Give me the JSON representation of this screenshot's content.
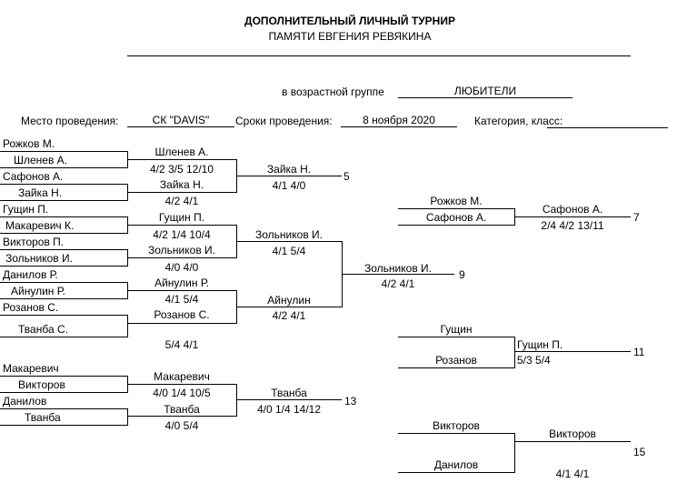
{
  "header": {
    "title_line1": "ДОПОЛНИТЕЛЬНЫЙ ЛИЧНЫЙ ТУРНИР",
    "title_line2": "ПАМЯТИ ЕВГЕНИЯ РЕВЯКИНА",
    "age_group_label": "в  возрастной группе",
    "age_group_value": "ЛЮБИТЕЛИ",
    "venue_label": "Место проведения:",
    "venue_value": "СК \"DAVIS\"",
    "dates_label": "Сроки проведения:",
    "dates_value": "8 ноября 2020",
    "category_label": "Категория, класс:",
    "category_value": ""
  },
  "bracket": {
    "r1_players": [
      "Рожков М.",
      "Шленев А.",
      "Сафонов А.",
      "Зайка Н.",
      "Гущин П.",
      "Макаревич К.",
      "Викторов П.",
      "Зольников И.",
      "Данилов Р.",
      "Айнулин Р.",
      "Розанов С.",
      "Тванба С."
    ],
    "r2_winners": [
      "Шленев А.",
      "Зайка Н.",
      "Гущин П.",
      "Зольников И.",
      "Айнулин Р.",
      "Розанов С."
    ],
    "r2_scores": [
      "4/2 3/5 12/10",
      "4/2 4/1",
      "4/2 1/4 10/4",
      "4/0 4/0",
      "4/1 5/4",
      "5/4 4/1"
    ],
    "r3_winners": [
      "Зайка Н.",
      "Зольников И.",
      "Айнулин"
    ],
    "r3_scores": [
      "4/1 4/0",
      "4/1 5/4",
      "4/2 4/1"
    ],
    "final_winner": "Зольников И.",
    "final_score": "4/2 4/1",
    "place_5": "5",
    "place_9": "9",
    "p7_players": [
      "Рожков М.",
      "Сафонов А."
    ],
    "p7_winner": "Сафонов А.",
    "p7_score": "2/4 4/2 13/11",
    "place_7": "7",
    "p11_players": [
      "Гущин",
      "Розанов"
    ],
    "p11_winner": "Гущин П.",
    "p11_score": "5/3 5/4",
    "place_11": "11",
    "p13_players": [
      "Макаревич",
      "Викторов",
      "Данилов",
      "Тванба"
    ],
    "p13_r1_winners": [
      "Макаревич",
      "Тванба"
    ],
    "p13_r1_scores": [
      "4/0 1/4 10/5",
      "4/0 5/4"
    ],
    "p13_winner": "Тванба",
    "p13_score": "4/0 1/4 14/12",
    "place_13": "13",
    "p15_players": [
      "Викторов",
      "Данилов"
    ],
    "p15_winner": "Викторов",
    "p15_score": "4/1 4/1",
    "place_15": "15"
  }
}
